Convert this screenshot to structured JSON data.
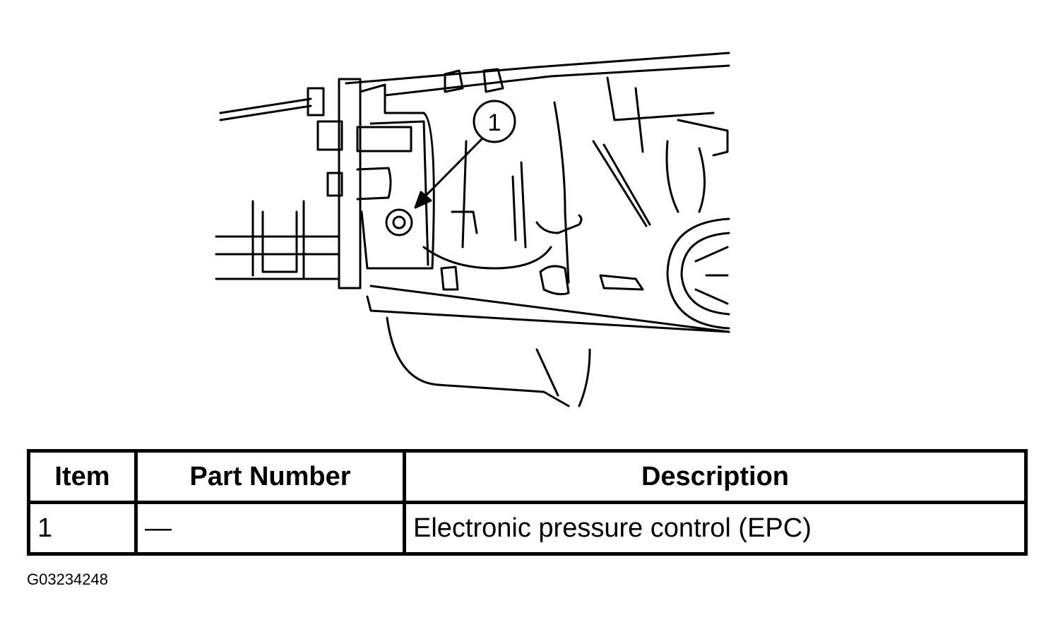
{
  "figure": {
    "callout_label": "1",
    "figure_id": "G03234248"
  },
  "table": {
    "headers": {
      "item": "Item",
      "part_number": "Part Number",
      "description": "Description"
    },
    "rows": [
      {
        "item": "1",
        "part_number": "—",
        "description": "Electronic pressure control (EPC)"
      }
    ]
  }
}
